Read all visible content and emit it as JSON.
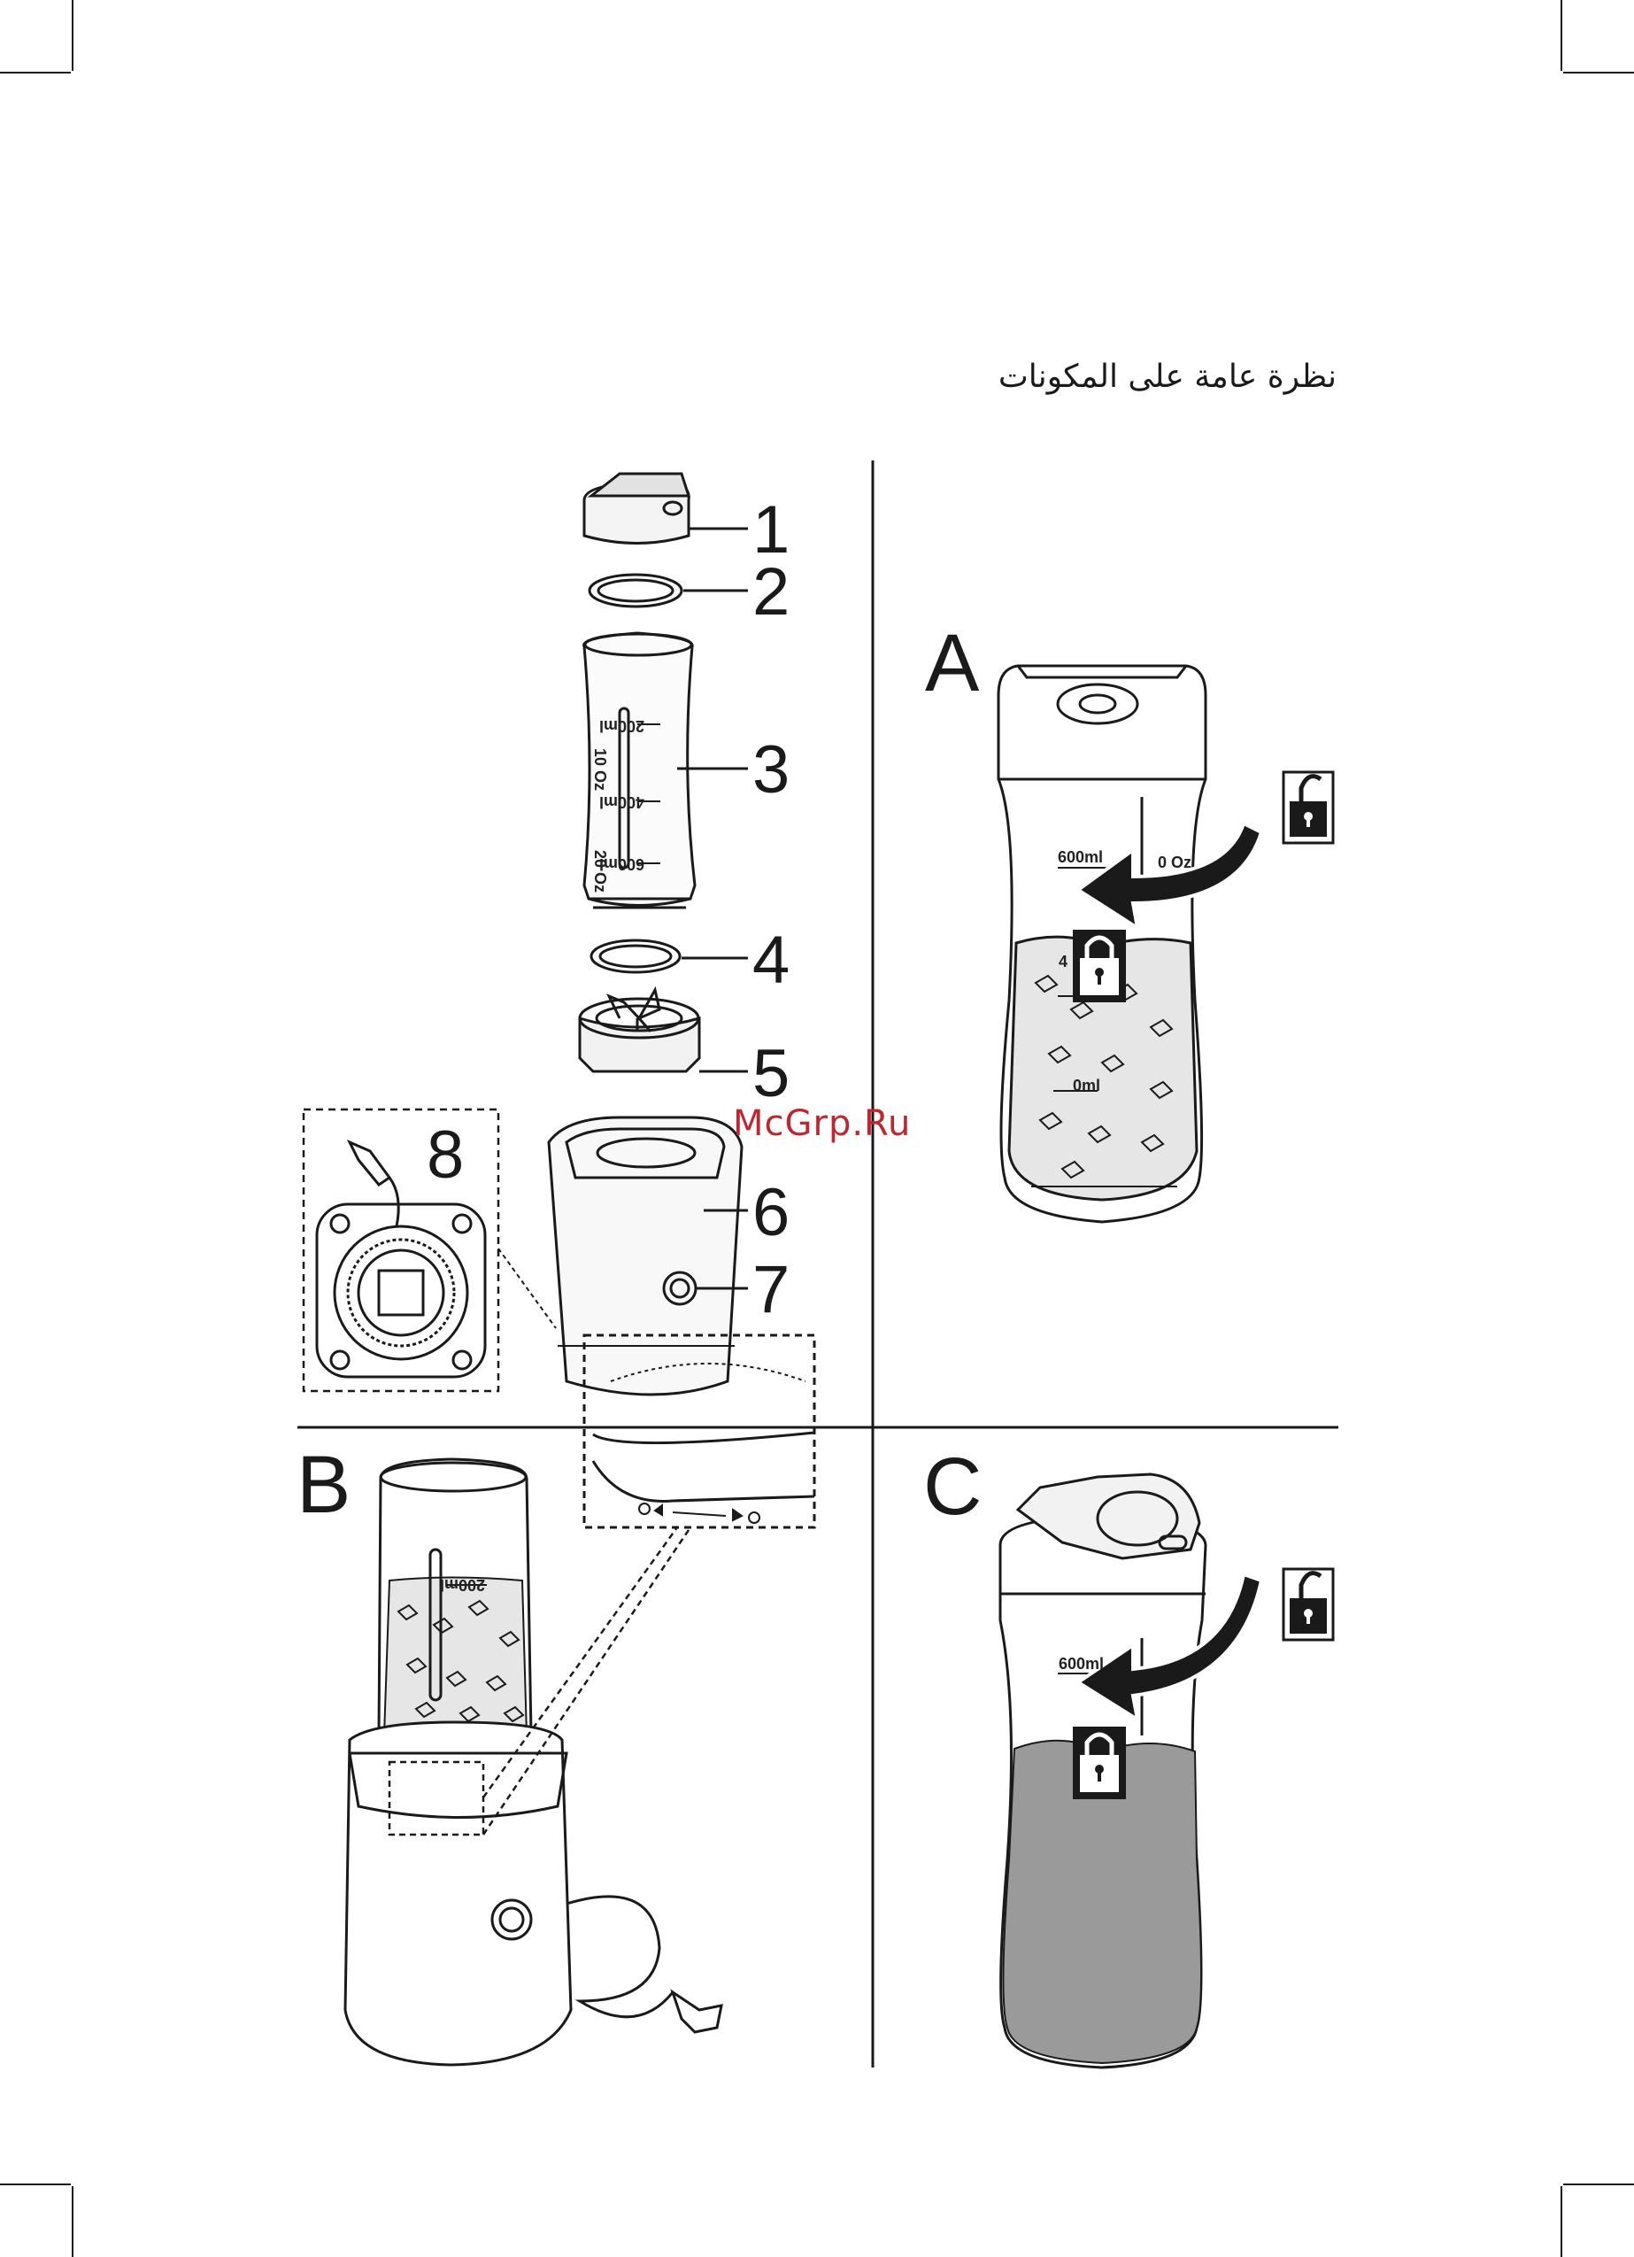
{
  "title": "نظرة عامة على المكونات",
  "watermark": "McGrp.Ru",
  "panels": {
    "a": "A",
    "b": "B",
    "c": "C"
  },
  "callouts": [
    "1",
    "2",
    "3",
    "4",
    "5",
    "6",
    "7",
    "8"
  ],
  "bottle_scale": {
    "ml_600": "600ml",
    "ml_400": "400ml",
    "ml_200": "200ml",
    "oz_20": "20 Oz",
    "oz_10": "10 Oz"
  },
  "panel_a_scale": {
    "ml": "600ml",
    "oz": "0 Oz",
    "ml2": "4",
    "ml3": "0ml"
  },
  "panel_b_scale": {
    "ml": "200ml"
  },
  "panel_c_scale": {
    "ml": "600ml"
  },
  "colors": {
    "ink": "#1a1a1a",
    "liquid": "#9a9a9a",
    "ice_fill": "#e6e6e6",
    "watermark": "#c0262d"
  }
}
